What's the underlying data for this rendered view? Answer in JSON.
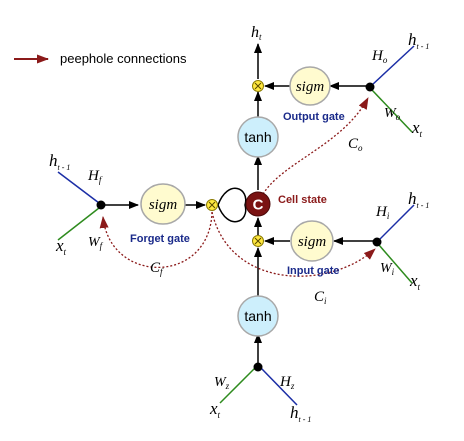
{
  "legend": {
    "label": "peephole connections"
  },
  "gates": {
    "output": {
      "node": "sigm",
      "label": "Output gate"
    },
    "input": {
      "node": "sigm",
      "label": "Input gate"
    },
    "forget": {
      "node": "sigm",
      "label": "Forget gate"
    }
  },
  "tanh_top": "tanh",
  "tanh_bottom": "tanh",
  "cell": {
    "letter": "C",
    "label": "Cell state"
  },
  "labels": {
    "h_out": "h",
    "h_out_sub": "t",
    "ho": "H",
    "ho_sub": "o",
    "wo": "W",
    "wo_sub": "o",
    "co": "C",
    "co_sub": "o",
    "hi": "H",
    "hi_sub": "i",
    "wi": "W",
    "wi_sub": "i",
    "ci": "C",
    "ci_sub": "i",
    "hf": "H",
    "hf_sub": "f",
    "wf": "W",
    "wf_sub": "f",
    "cf": "C",
    "cf_sub": "f",
    "wz": "W",
    "wz_sub": "z",
    "hz": "H",
    "hz_sub": "z",
    "h_prev": "h",
    "h_prev_sub": "t - 1",
    "x": "x",
    "x_sub": "t"
  },
  "colors": {
    "blue": "#1b2ea6",
    "green": "#2e8b1e",
    "peephole": "#8b1a1a",
    "sigm_fill": "#fffbcf",
    "tanh_fill": "#cdeffc",
    "mult_fill": "#ffe840",
    "cell_fill": "#7a1212"
  }
}
